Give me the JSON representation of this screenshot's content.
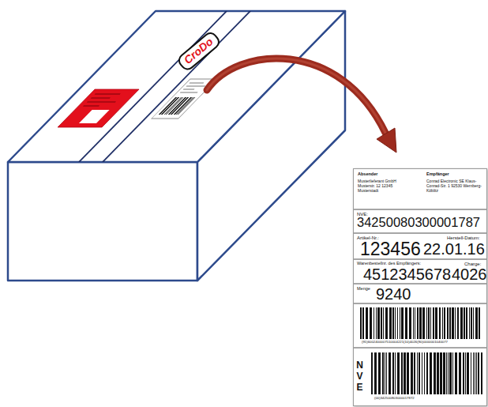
{
  "diagram": {
    "nodes": [
      {
        "text": [
          "CroDo"
        ]
      },
      {
        "text": [
          "Absender",
          "Musterlieferant GmbH Musterstr. 12 12345 Musterstadt",
          "Empfänger",
          "Conrad Electronic SE Klaus-Conrad-Str. 1 92530 Wernberg-Köblitz",
          "NVE:",
          "34250080300001787",
          "Artikel-Nr.:",
          "123456",
          "Herstell-Datum:",
          "22.01.16",
          "Warenbestellnr. des Empfängers:",
          "4512345678",
          "Charge:",
          "4026",
          "Menge",
          "9240",
          "(91)6002400007510004221(10)4026(90)0000001040077",
          "N V E",
          "(00)342500803000017872"
        ]
      }
    ]
  }
}
